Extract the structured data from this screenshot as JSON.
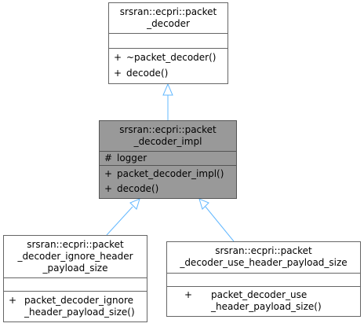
{
  "colors": {
    "edge": "#63b8ff",
    "border": "#666666",
    "highlight_fill": "#999999"
  },
  "classes": {
    "packet_decoder": {
      "title_lines": [
        "srsran::ecpri::packet",
        "_decoder"
      ],
      "attributes": [],
      "methods": [
        {
          "symbol": "+",
          "name": "~packet_decoder()"
        },
        {
          "symbol": "+",
          "name": "decode()"
        }
      ]
    },
    "packet_decoder_impl": {
      "title_lines": [
        "srsran::ecpri::packet",
        "_decoder_impl"
      ],
      "attributes": [
        {
          "symbol": "#",
          "name": "logger"
        }
      ],
      "methods": [
        {
          "symbol": "+",
          "name": "packet_decoder_impl()"
        },
        {
          "symbol": "+",
          "name": "decode()"
        }
      ]
    },
    "ignore_header": {
      "title_lines": [
        "srsran::ecpri::packet",
        "_decoder_ignore_header",
        "_payload_size"
      ],
      "attributes": [],
      "methods": [
        {
          "symbol": "+",
          "name_lines": [
            "packet_decoder_ignore",
            "_header_payload_size()"
          ]
        }
      ]
    },
    "use_header": {
      "title_lines": [
        "srsran::ecpri::packet",
        "_decoder_use_header_payload_size"
      ],
      "attributes": [],
      "methods": [
        {
          "symbol": "+",
          "name_lines": [
            "packet_decoder_use",
            "_header_payload_size()"
          ]
        }
      ]
    }
  }
}
